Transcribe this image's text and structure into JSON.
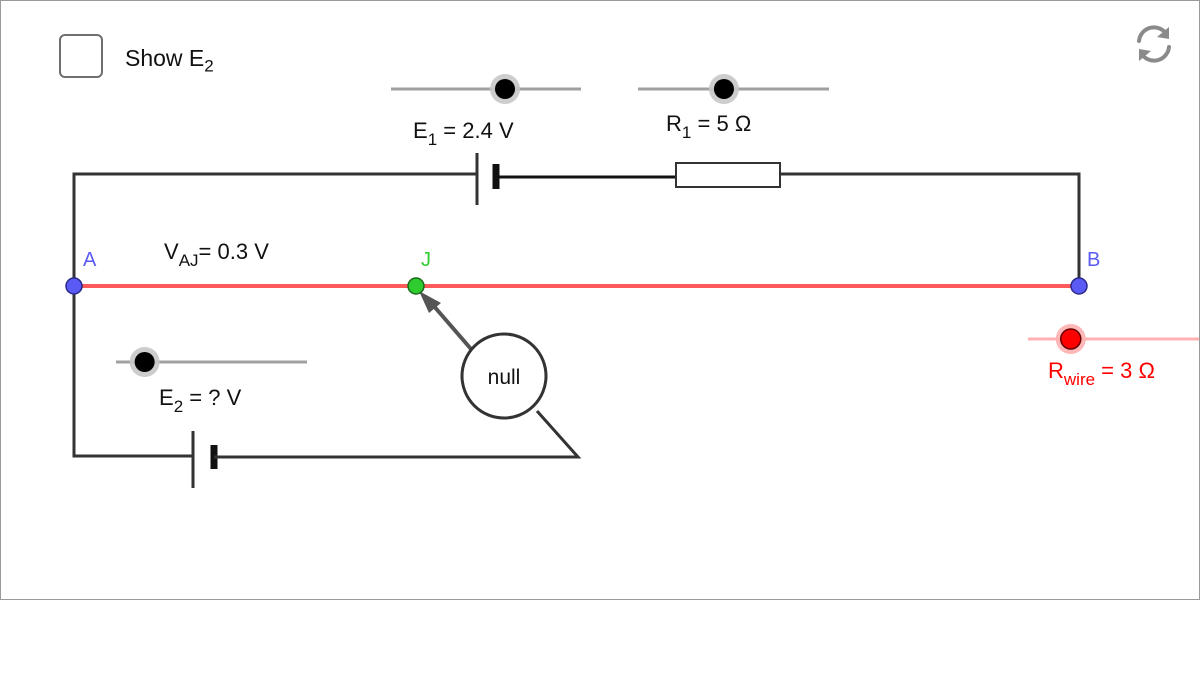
{
  "checkbox": {
    "label": "Show E",
    "label_sub": "2",
    "checked": false
  },
  "reset": {
    "icon": "refresh-icon"
  },
  "sliders": {
    "e1": {
      "name": "E",
      "sub": "1",
      "value": "2.4",
      "unit": "V",
      "prefix": " = ",
      "fraction": 0.6
    },
    "r1": {
      "name": "R",
      "sub": "1",
      "value": "5",
      "unit": "Ω",
      "prefix": " = ",
      "fraction": 0.45
    },
    "e2": {
      "name": "E",
      "sub": "2",
      "value": "?",
      "unit": "V",
      "prefix": " = ",
      "fraction": 0.15
    },
    "rwire": {
      "name": "R",
      "sub": "wire",
      "value": "3",
      "unit": "Ω",
      "prefix": " = ",
      "fraction": 0.25
    }
  },
  "points": {
    "a": "A",
    "b": "B",
    "j": "J"
  },
  "vaj": {
    "name": "V",
    "sub": "AJ",
    "value": "0.3",
    "unit": "V",
    "prefix": "= "
  },
  "galvanometer": {
    "label": "null"
  },
  "colors": {
    "wire": "#333333",
    "resistance_wire": "#ff5a5a",
    "endpoint": "#5a5af5",
    "jockey": "#2ecc2e",
    "rwire_text": "#ff0000",
    "slider_track": "#a0a0a0"
  }
}
